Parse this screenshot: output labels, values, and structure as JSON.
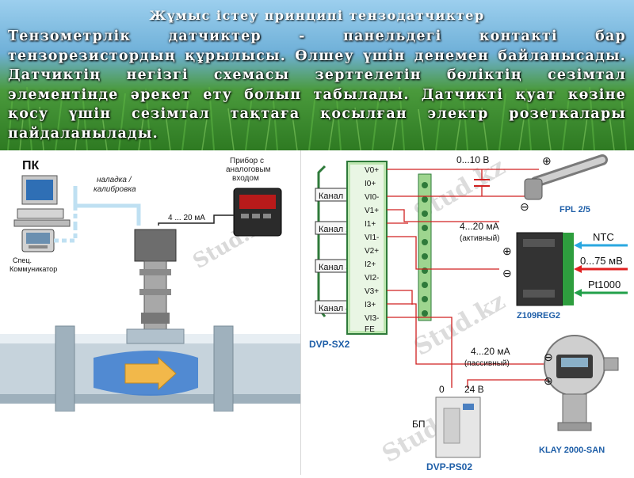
{
  "header": {
    "title": "Жұмыс істеу принципі тензодатчиктер",
    "paragraph": "Тензометрлік датчиктер - панельдегі контакті бар тензорезистордың құрылысы. Өлшеу үшін денемен байланысады. Датчиктің негізгі схемасы зерттелетін бөліктің сезімтал элементінде әрекет ету болып табылады. Датчикті қуат көзіне қосу үшін сезімтал тақтаға қосылған электр розеткалары пайдаланылады."
  },
  "left_diagram": {
    "pc_label": "ПК",
    "tuning_label_1": "наладка /",
    "tuning_label_2": "калибровка",
    "device_label_1": "Прибор с",
    "device_label_2": "аналоговым",
    "device_label_3": "входом",
    "current_label": "4 ... 20 мА",
    "comm_label_1": "Спец.",
    "comm_label_2": "Коммуникатор"
  },
  "right_diagram": {
    "terminals": [
      "V0+",
      "I0+",
      "VI0-",
      "V1+",
      "I1+",
      "VI1-",
      "V2+",
      "I2+",
      "VI2-",
      "V3+",
      "I3+",
      "VI3-",
      "FE"
    ],
    "channels": [
      "Канал 1",
      "Канал 2",
      "Канал 3",
      "Канал 4"
    ],
    "module_label": "DVP-SX2",
    "voltage_label": "0...10 В",
    "sensor1_label": "FPL 2/5",
    "active_current": "4...20 мА",
    "active_note": "(активный)",
    "regulator_label": "Z109REG2",
    "inputs": [
      "NTC",
      "0...75 мВ",
      "Pt1000"
    ],
    "input_colors": [
      "#2aa7e0",
      "#e02020",
      "#22a04a"
    ],
    "passive_current": "4...20 мА",
    "passive_note": "(пассивный)",
    "psu_zero": "0",
    "psu_voltage": "24 В",
    "psu_short": "БП",
    "psu_label": "DVP-PS02",
    "sensor2_label": "KLAY 2000-SAN",
    "plus": "⊕",
    "minus": "⊖"
  },
  "watermark": "Stud.kz"
}
